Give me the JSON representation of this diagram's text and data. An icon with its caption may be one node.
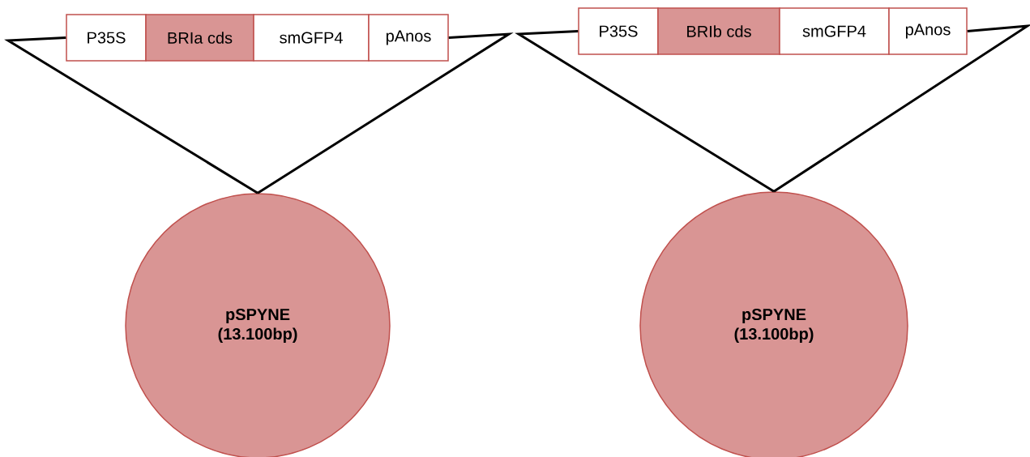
{
  "diagram": {
    "nodes": [
      {
        "text": [
          "P35S"
        ]
      },
      {
        "text": [
          "BRIa cds"
        ]
      },
      {
        "text": [
          "smGFP4"
        ]
      },
      {
        "text": [
          "pAnos"
        ]
      },
      {
        "text": [
          "pSPYNE (13.100bp)"
        ]
      },
      {
        "text": [
          "P35S"
        ]
      },
      {
        "text": [
          "BRIb cds"
        ]
      },
      {
        "text": [
          "smGFP4"
        ]
      },
      {
        "text": [
          "pAnos"
        ]
      },
      {
        "text": [
          "pSPYNE (13.100bp)"
        ]
      }
    ],
    "edges": [
      {
        "from": 4,
        "to": 0,
        "arrow": "none"
      },
      {
        "from": 4,
        "to": 3,
        "arrow": "none"
      },
      {
        "from": 9,
        "to": 5,
        "arrow": "none"
      },
      {
        "from": 9,
        "to": 8,
        "arrow": "none"
      }
    ]
  }
}
